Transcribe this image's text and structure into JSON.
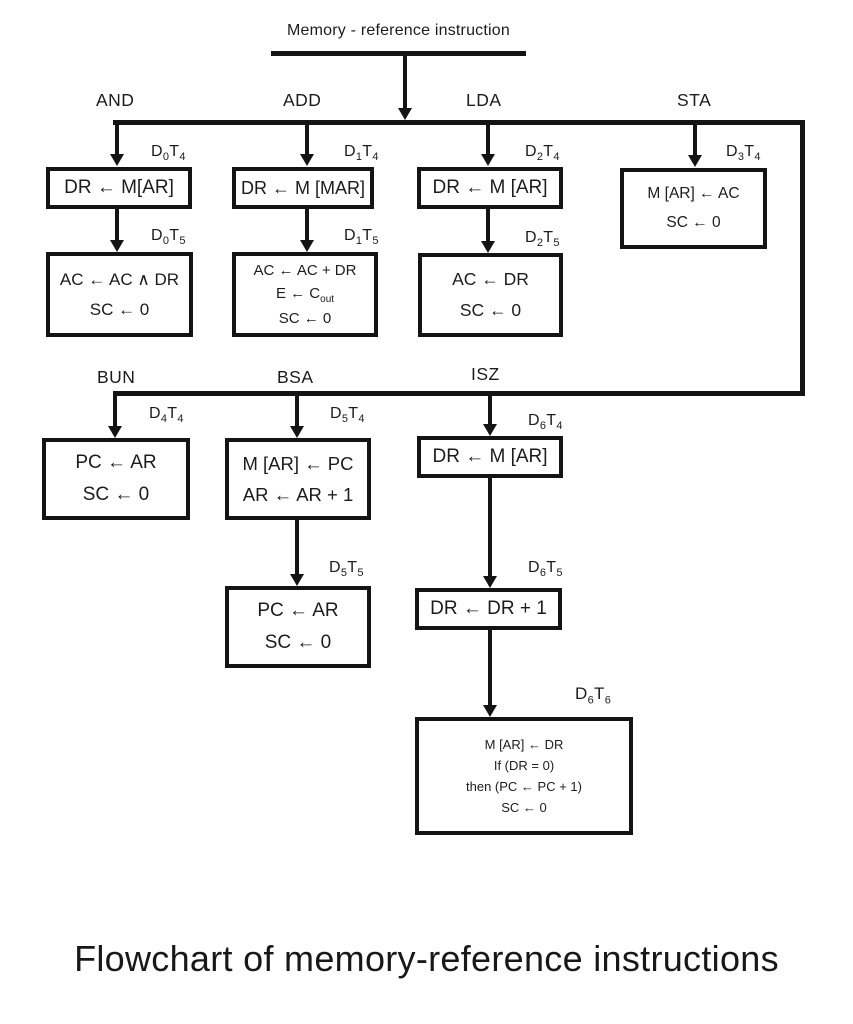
{
  "root_label": "Memory - reference instruction",
  "caption": "Flowchart of memory-reference instructions",
  "colors": {
    "line": "#141414",
    "text": "#1c1c1c",
    "background": "#ffffff"
  },
  "branches": {
    "and": "AND",
    "add": "ADD",
    "lda": "LDA",
    "sta": "STA",
    "bun": "BUN",
    "bsa": "BSA",
    "isz": "ISZ"
  },
  "boxes": {
    "and_t4": {
      "tag": [
        "D",
        "0",
        "T",
        "4"
      ],
      "lines": [
        "DR ← M[AR]"
      ]
    },
    "add_t4": {
      "tag": [
        "D",
        "1",
        "T",
        "4"
      ],
      "lines": [
        "DR ← M [MAR]"
      ]
    },
    "lda_t4": {
      "tag": [
        "D",
        "2",
        "T",
        "4"
      ],
      "lines": [
        "DR ← M [AR]"
      ]
    },
    "sta_t4": {
      "tag": [
        "D",
        "3",
        "T",
        "4"
      ],
      "lines": [
        "M [AR] ← AC",
        "SC ← 0"
      ]
    },
    "and_t5": {
      "tag": [
        "D",
        "0",
        "T",
        "5"
      ],
      "lines": [
        "AC ← AC ∧ DR",
        "SC ← 0"
      ]
    },
    "add_t5": {
      "tag": [
        "D",
        "1",
        "T",
        "5"
      ],
      "line1": "AC ← AC + DR",
      "line2_base": "E ← C",
      "line2_sub": "out",
      "line3": "SC ← 0"
    },
    "lda_t5": {
      "tag": [
        "D",
        "2",
        "T",
        "5"
      ],
      "lines": [
        "AC ← DR",
        "SC ← 0"
      ]
    },
    "bun_t4": {
      "tag": [
        "D",
        "4",
        "T",
        "4"
      ],
      "lines": [
        "PC ← AR",
        "SC ← 0"
      ]
    },
    "bsa_t4": {
      "tag": [
        "D",
        "5",
        "T",
        "4"
      ],
      "lines": [
        "M [AR] ← PC",
        "AR ← AR + 1"
      ]
    },
    "isz_t4": {
      "tag": [
        "D",
        "6",
        "T",
        "4"
      ],
      "lines": [
        "DR ← M [AR]"
      ]
    },
    "bsa_t5": {
      "tag": [
        "D",
        "5",
        "T",
        "5"
      ],
      "lines": [
        "PC ← AR",
        "SC ← 0"
      ]
    },
    "isz_t5": {
      "tag": [
        "D",
        "6",
        "T",
        "5"
      ],
      "lines": [
        "DR ← DR + 1"
      ]
    },
    "isz_t6": {
      "tag": [
        "D",
        "6",
        "T",
        "6"
      ],
      "lines": [
        "M [AR] ← DR",
        "If (DR = 0)",
        "then (PC ← PC + 1)",
        "SC ← 0"
      ]
    }
  }
}
